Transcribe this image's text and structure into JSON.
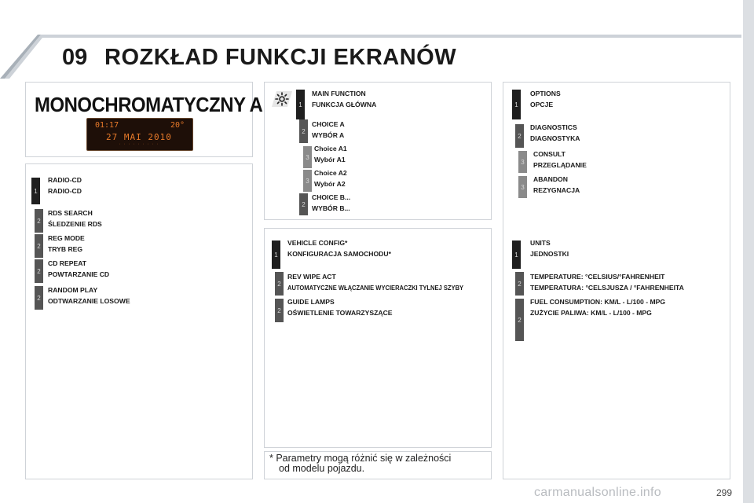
{
  "header": {
    "chapter": "09",
    "title": "ROZKŁAD FUNKCJI EKRANÓW"
  },
  "mono": {
    "title": "MONOCHROMATYCZNY A",
    "display": {
      "time": "01:17",
      "temp": "20°",
      "date": "27 MAI 2010"
    }
  },
  "radio": [
    {
      "level": "1",
      "en": "RADIO-CD",
      "pl": "RADIO-CD"
    },
    {
      "level": "2",
      "en": "RDS SEARCH",
      "pl": "ŚLEDZENIE RDS"
    },
    {
      "level": "2",
      "en": "REG MODE",
      "pl": "TRYB REG"
    },
    {
      "level": "2",
      "en": "CD REPEAT",
      "pl": "POWTARZANIE CD"
    },
    {
      "level": "2",
      "en": "RANDOM PLAY",
      "pl": "ODTWARZANIE LOSOWE"
    }
  ],
  "main": [
    {
      "level": "1",
      "en": "MAIN FUNCTION",
      "pl": "FUNKCJA GŁÓWNA"
    },
    {
      "level": "2",
      "en": "CHOICE A",
      "pl": "WYBÓR A"
    },
    {
      "level": "3",
      "en": "Choice A1",
      "pl": "Wybór A1"
    },
    {
      "level": "3",
      "en": "Choice A2",
      "pl": "Wybór A2"
    },
    {
      "level": "2",
      "en": "CHOICE B...",
      "pl": "WYBÓR B..."
    }
  ],
  "vehicle": [
    {
      "level": "1",
      "en": "VEHICLE CONFIG*",
      "pl": "KONFIGURACJA SAMOCHODU*"
    },
    {
      "level": "2",
      "en": "REV WIPE ACT",
      "pl": "AUTOMATYCZNE WŁĄCZANIE WYCIERACZKI TYLNEJ SZYBY"
    },
    {
      "level": "2",
      "en": "GUIDE LAMPS",
      "pl": "OŚWIETLENIE TOWARZYSZĄCE"
    }
  ],
  "options": [
    {
      "level": "1",
      "en": "OPTIONS",
      "pl": "OPCJE"
    },
    {
      "level": "2",
      "en": "DIAGNOSTICS",
      "pl": "DIAGNOSTYKA"
    },
    {
      "level": "3",
      "en": "CONSULT",
      "pl": "PRZEGLĄDANIE"
    },
    {
      "level": "3",
      "en": "ABANDON",
      "pl": "REZYGNACJA"
    }
  ],
  "units": [
    {
      "level": "1",
      "en": "UNITS",
      "pl": "JEDNOSTKI"
    },
    {
      "level": "2",
      "en": "TEMPERATURE: °CELSIUS/°FAHRENHEIT",
      "pl": "TEMPERATURA: °CELSJUSZA / °FAHRENHEITA"
    },
    {
      "level": "2",
      "en": "FUEL CONSUMPTION: KM/L - L/100 - MPG",
      "pl": "ZUŻYCIE PALIWA: KM/L - L/100 - MPG"
    }
  ],
  "note": {
    "line1": "* Parametry mogą różnić się w zależności",
    "line2": "od modelu pojazdu."
  },
  "page_number": "299",
  "watermark": "carmanualsonline.info",
  "colors": {
    "level1": "#1f1f1f",
    "level2": "#555555",
    "level3": "#8a8a8a",
    "lcd_text": "#e87a2a",
    "lcd_bg": "#1e0f08"
  }
}
